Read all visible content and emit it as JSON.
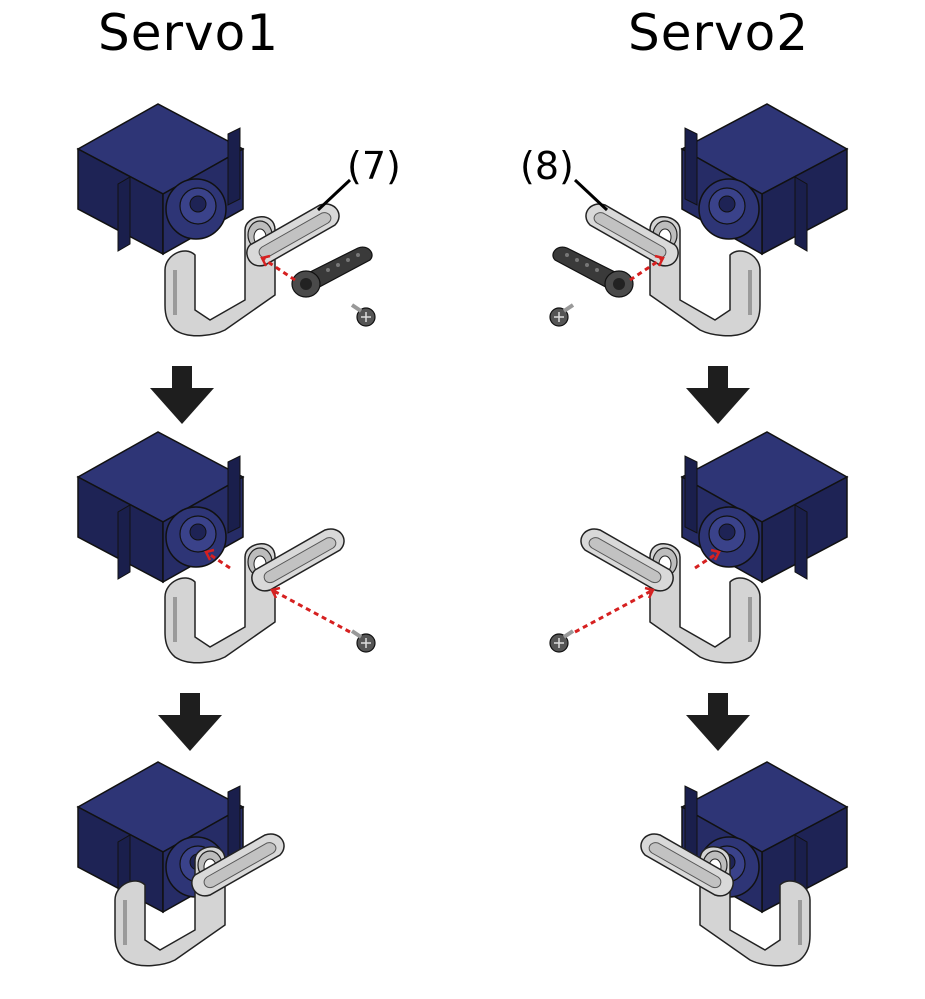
{
  "titles": {
    "servo1": "Servo1",
    "servo2": "Servo2"
  },
  "callouts": {
    "part7": "(7)",
    "part8": "(8)"
  },
  "colors": {
    "servo_body": "#1e2355",
    "servo_face": "#2a3070",
    "bracket": "#d4d4d4",
    "bracket_dark": "#a8a8a8",
    "horn": "#3a3a3a",
    "arrow": "#1e1e1e",
    "motion_line": "#d62020"
  },
  "steps": {
    "servo1": [
      "exploded",
      "horn-screw-insert",
      "assembled"
    ],
    "servo2": [
      "exploded",
      "horn-screw-insert",
      "assembled"
    ]
  }
}
